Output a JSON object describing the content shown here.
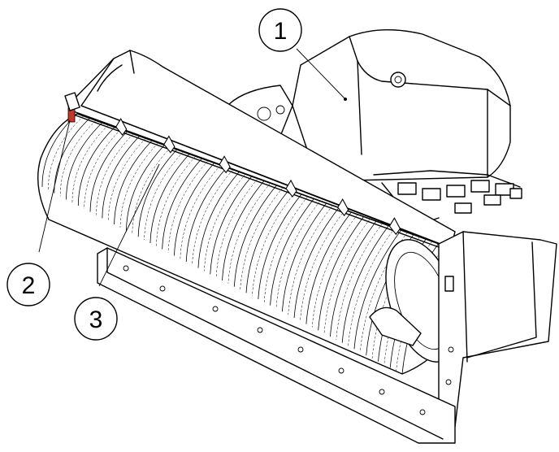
{
  "figure": {
    "callouts": [
      {
        "id": "1",
        "label": "1"
      },
      {
        "id": "2",
        "label": "2"
      },
      {
        "id": "3",
        "label": "3"
      }
    ],
    "colors": {
      "line": "#000000",
      "background": "#ffffff",
      "highlight": "#c0392b"
    }
  }
}
